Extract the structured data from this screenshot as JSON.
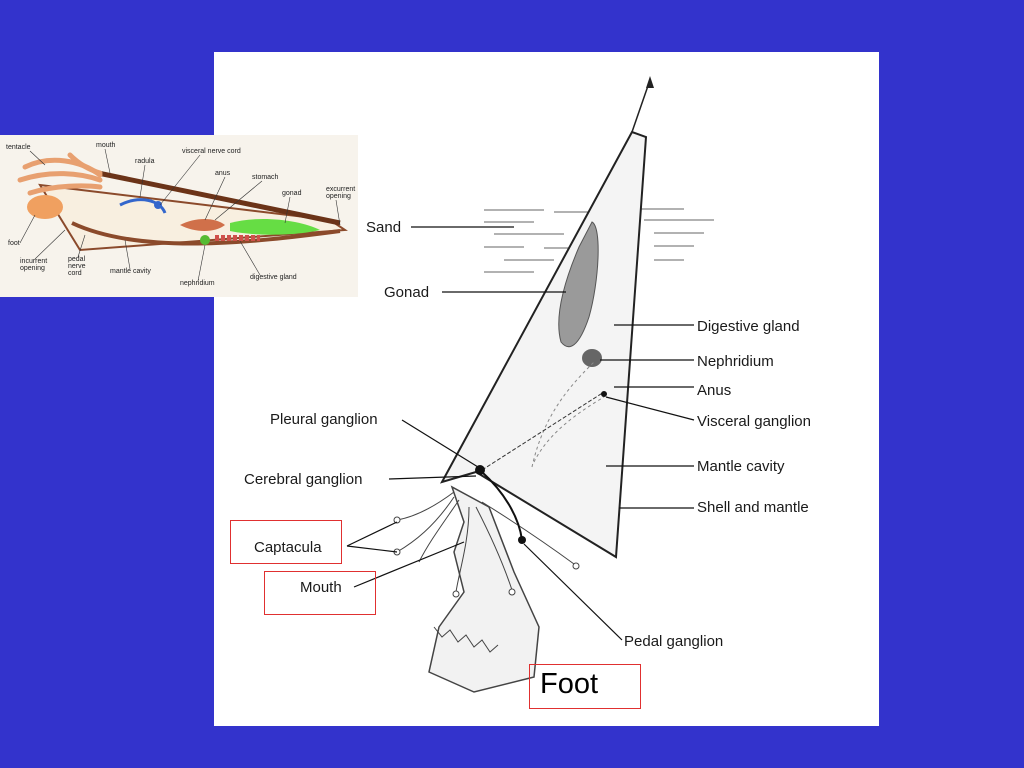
{
  "main_diagram": {
    "labels": {
      "sand": "Sand",
      "gonad": "Gonad",
      "digestive_gland": "Digestive gland",
      "nephridium": "Nephridium",
      "anus": "Anus",
      "visceral_ganglion": "Visceral ganglion",
      "mantle_cavity": "Mantle cavity",
      "shell_and_mantle": "Shell and mantle",
      "pleural_ganglion": "Pleural ganglion",
      "cerebral_ganglion": "Cerebral ganglion",
      "captacula": "Captacula",
      "mouth": "Mouth",
      "pedal_ganglion": "Pedal ganglion",
      "foot": "Foot"
    }
  },
  "inset_diagram": {
    "labels": {
      "tentacle": "tentacle",
      "mouth": "mouth",
      "radula": "radula",
      "visceral_nerve_cord": "visceral nerve cord",
      "anus": "anus",
      "stomach": "stomach",
      "gonad": "gonad",
      "excurrent_1": "excurrent",
      "excurrent_2": "opening",
      "foot": "foot",
      "incurrent_1": "incurrent",
      "incurrent_2": "opening",
      "pedal_1": "pedal",
      "pedal_2": "nerve",
      "pedal_3": "cord",
      "mantle_cavity": "mantle cavity",
      "nephridium": "nephridium",
      "digestive_gland": "digestive gland"
    }
  },
  "colors": {
    "background": "#3333cc",
    "highlight_box": "#e03030",
    "shell": "#8b4a2b",
    "gonad": "#55cc33",
    "nerve": "#3366cc",
    "tissue": "#e8a070"
  }
}
